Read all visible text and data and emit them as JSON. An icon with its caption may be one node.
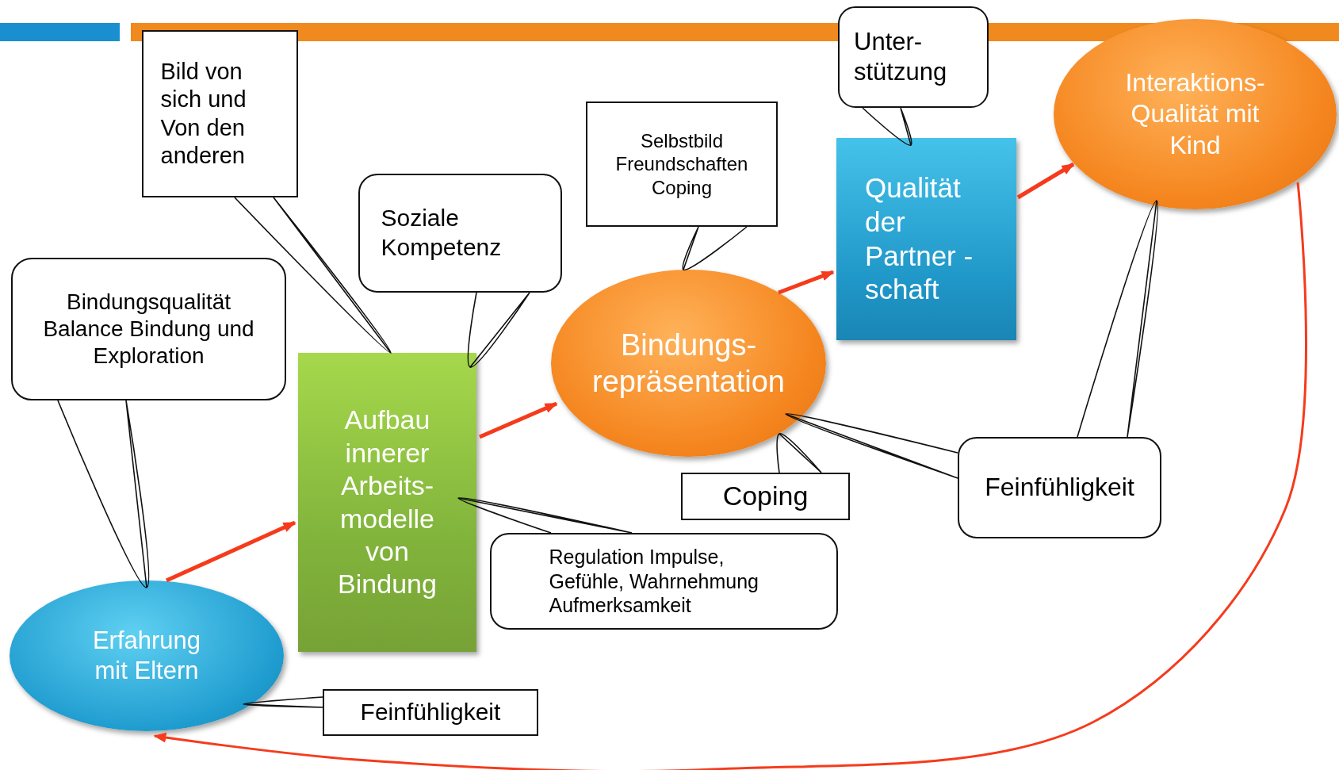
{
  "diagram": {
    "nodes": [
      {
        "text": [
          "Erfahrung mit Eltern"
        ]
      },
      {
        "text": [
          "Aufbau innerer Arbeits- modelle von Bindung"
        ]
      },
      {
        "text": [
          "Bindungs- repräsentation"
        ]
      },
      {
        "text": [
          "Qualität der Partner -schaft"
        ]
      },
      {
        "text": [
          "Interaktions- Qualität mit  Kind"
        ]
      },
      {
        "text": [
          "Bindungsqualität Balance Bindung und Exploration"
        ]
      },
      {
        "text": [
          "Bild von sich und Von den anderen"
        ]
      },
      {
        "text": [
          "Soziale Kompetenz"
        ]
      },
      {
        "text": [
          "Regulation Impulse, Gefühle, Wahrnehmung Aufmerksamkeit"
        ]
      },
      {
        "text": [
          "Feinfühligkeit"
        ]
      },
      {
        "text": [
          "Selbstbild Freundschaften Coping"
        ]
      },
      {
        "text": [
          "Coping"
        ]
      },
      {
        "text": [
          "Unter- stützung"
        ]
      },
      {
        "text": [
          "Feinfühligkeit"
        ]
      }
    ],
    "edges": [
      {
        "from": 0,
        "to": 1,
        "arrow": "to",
        "style": "thick",
        "color": "#f53b1c"
      },
      {
        "from": 1,
        "to": 2,
        "arrow": "to",
        "style": "thick",
        "color": "#f53b1c"
      },
      {
        "from": 2,
        "to": 3,
        "arrow": "to",
        "style": "thick",
        "color": "#f53b1c"
      },
      {
        "from": 3,
        "to": 4,
        "arrow": "to",
        "style": "thick",
        "color": "#f53b1c"
      },
      {
        "from": 4,
        "to": 0,
        "arrow": "to",
        "color": "#f53b1c"
      },
      {
        "from": 5,
        "to": 0,
        "arrow": "none"
      },
      {
        "from": 6,
        "to": 1,
        "arrow": "none"
      },
      {
        "from": 7,
        "to": 1,
        "arrow": "none"
      },
      {
        "from": 8,
        "to": 1,
        "arrow": "none"
      },
      {
        "from": 9,
        "to": 0,
        "arrow": "none"
      },
      {
        "from": 10,
        "to": 2,
        "arrow": "none"
      },
      {
        "from": 11,
        "to": 2,
        "arrow": "none"
      },
      {
        "from": 12,
        "to": 3,
        "arrow": "none"
      },
      {
        "from": 13,
        "to": 2,
        "arrow": "none"
      },
      {
        "from": 13,
        "to": 4,
        "arrow": "none"
      }
    ]
  }
}
